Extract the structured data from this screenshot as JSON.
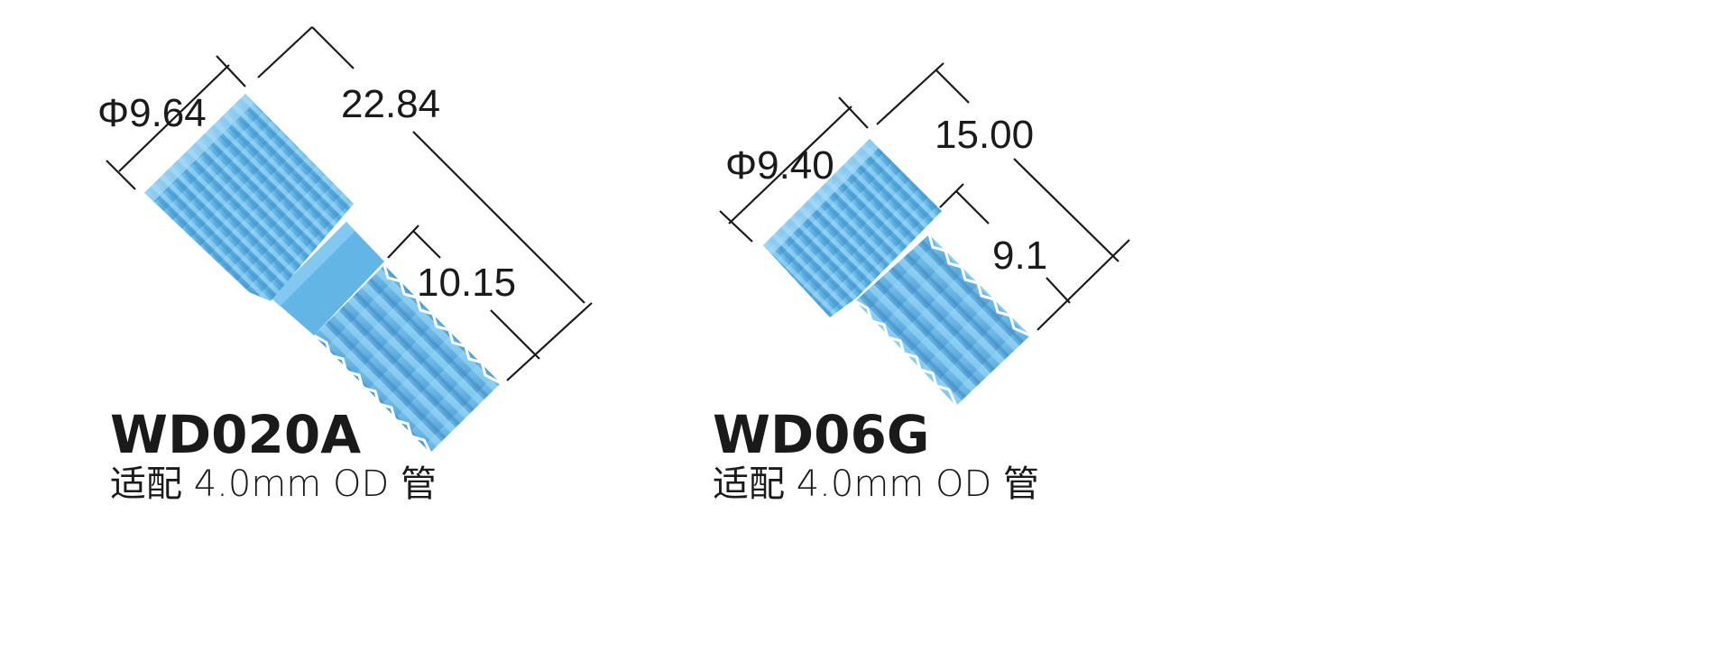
{
  "products": [
    {
      "model": "WD020A",
      "compat": "适配 4.0mm OD 管",
      "dims": {
        "diameter": "Φ9.64",
        "overall": "22.84",
        "thread": "10.15"
      }
    },
    {
      "model": "WD06G",
      "compat": "适配 4.0mm OD 管",
      "dims": {
        "diameter": "Φ9.40",
        "overall": "15.00",
        "thread": "9.1"
      }
    }
  ],
  "colors": {
    "part": "#5aaee0",
    "part_dark": "#3f8fc6",
    "part_light": "#8dcdf2",
    "line": "#1a1a1a"
  }
}
